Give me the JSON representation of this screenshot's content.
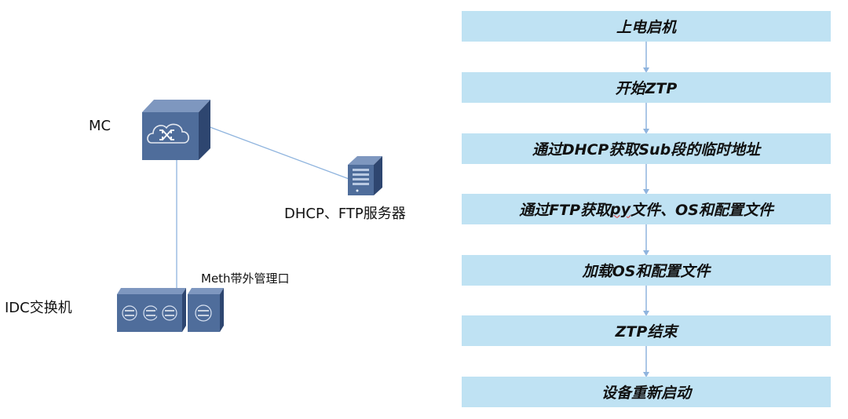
{
  "topology": {
    "mc_label": "MC",
    "server_label": "DHCP、FTP服务器",
    "switch_label": "IDC交换机",
    "meth_label": "Meth带外管理口"
  },
  "flow": {
    "steps": [
      {
        "text": "上电启机"
      },
      {
        "text": "开始ZTP"
      },
      {
        "text": "通过DHCP获取Sub段的临时地址"
      },
      {
        "pre": "通过FTP获取",
        "mark": "py",
        "post": "文件、OS和配置文件"
      },
      {
        "text": "加载OS和配置文件"
      },
      {
        "text": "ZTP结束"
      },
      {
        "text": "设备重新启动"
      }
    ]
  },
  "colors": {
    "step_fill": "#bfe2f3",
    "connector": "#8fb4de",
    "device_body": "#4f6d9b",
    "device_dark": "#2e4670",
    "device_light": "#7e97bf",
    "text": "#111111"
  }
}
